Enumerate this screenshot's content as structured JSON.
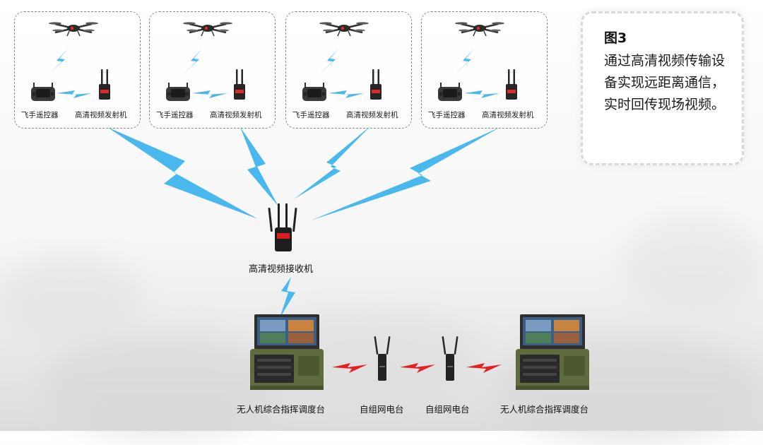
{
  "groups": [
    {
      "remote_label": "飞手遥控器",
      "transmitter_label": "高清视频发射机"
    },
    {
      "remote_label": "飞手遥控器",
      "transmitter_label": "高清视频发射机"
    },
    {
      "remote_label": "飞手遥控器",
      "transmitter_label": "高清视频发射机"
    },
    {
      "remote_label": "飞手遥控器",
      "transmitter_label": "高清视频发射机"
    }
  ],
  "receiver_label": "高清视频接收机",
  "bottom_labels": [
    "无人机综合指挥调度台",
    "自组网电台",
    "自组网电台",
    "无人机综合指挥调度台"
  ],
  "info": {
    "title": "图3",
    "text": "通过高清视频传输设备实现远距离通信，实时回传现场视频。"
  },
  "colors": {
    "signal_blue": "#48b8ef",
    "signal_red": "#e62020",
    "console_green": "#5e6b3e"
  }
}
